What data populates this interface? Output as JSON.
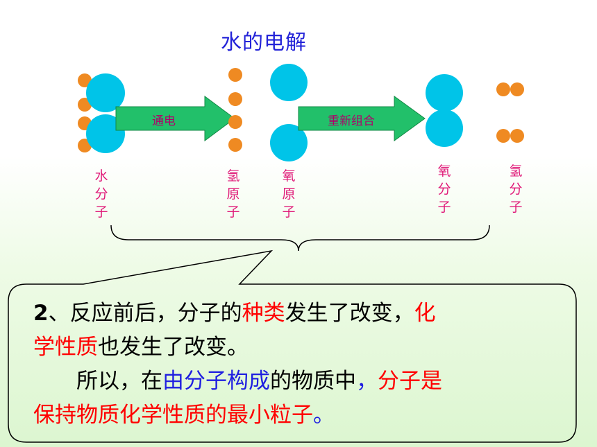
{
  "title": "水的电解",
  "arrows": {
    "first_label": "通电",
    "second_label": "重新组合"
  },
  "labels": {
    "water_molecule": [
      "水",
      "分",
      "子"
    ],
    "hydrogen_atom": [
      "氢",
      "原",
      "子"
    ],
    "oxygen_atom": [
      "氧",
      "原",
      "子"
    ],
    "oxygen_molecule": [
      "氧",
      "分",
      "子"
    ],
    "hydrogen_molecule": [
      "氢",
      "分",
      "子"
    ]
  },
  "colors": {
    "oxygen": "#00c4e8",
    "hydrogen": "#ef8a22",
    "arrow_fill": "#22c06a",
    "title": "#2323d8",
    "label": "#e01a78"
  },
  "callout": {
    "line1": {
      "number": "2",
      "a": "、反应前后，分子的",
      "b_red": "种类",
      "c": "发生了改变，",
      "d_red": "化"
    },
    "line2": {
      "a_red": "学性质",
      "b": "也发生了改变。"
    },
    "line3": {
      "indent": "　　",
      "a": "所以，在",
      "b_blue": "由分子构成",
      "c": "的物质中",
      "d_blue": "，",
      "e_red": "分子是"
    },
    "line4": {
      "a_red": "保持物质化学性质的最小粒子",
      "b_blue": "。"
    }
  }
}
